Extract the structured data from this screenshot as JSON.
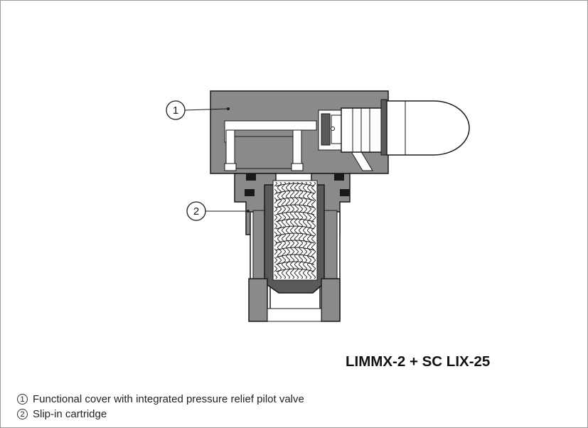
{
  "model_title": "LIMMX-2 + SC LIX-25",
  "callouts": [
    {
      "number": "1",
      "label": "Functional cover with integrated pressure relief pilot valve"
    },
    {
      "number": "2",
      "label": "Slip-in cartridge"
    }
  ],
  "colors": {
    "body_fill": "#8a8a8a",
    "dark_fill": "#5a5a5a",
    "light_fill": "#ffffff",
    "outline": "#1a1a1a"
  }
}
